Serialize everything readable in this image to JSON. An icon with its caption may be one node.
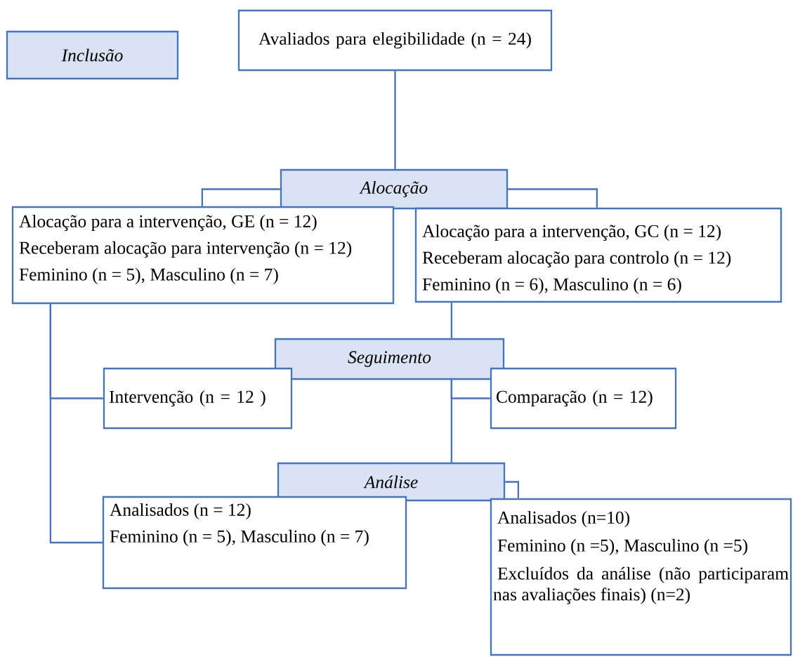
{
  "diagram": {
    "nodes": [
      {
        "text": [
          "Inclusão"
        ]
      },
      {
        "text": [
          "Avaliados para elegibilidade (n = 24)"
        ]
      },
      {
        "text": [
          "Alocação"
        ]
      },
      {
        "text": [
          "Alocação para a intervenção, GE (n = 12)",
          "Receberam alocação para intervenção (n = 12)",
          "Feminino (n = 5), Masculino (n = 7)"
        ]
      },
      {
        "text": [
          "Alocação para a intervenção, GC (n = 12)",
          "Receberam alocação para controlo (n = 12)",
          "Feminino (n = 6), Masculino (n = 6)"
        ]
      },
      {
        "text": [
          "Seguimento"
        ]
      },
      {
        "text": [
          "Intervenção (n = 12 )"
        ]
      },
      {
        "text": [
          "Comparação (n = 12)"
        ]
      },
      {
        "text": [
          "Análise"
        ]
      },
      {
        "text": [
          "Analisados (n = 12)",
          "Feminino (n = 5), Masculino (n = 7)"
        ]
      },
      {
        "text": [
          "Analisados (n=10)",
          "Feminino (n =5), Masculino (n =5)",
          "Excluídos da análise (não participaram nas avaliações finais) (n=2)"
        ]
      }
    ],
    "edges": [
      {
        "from": 1,
        "to": 2,
        "arrow": "none"
      },
      {
        "from": 2,
        "to": 3,
        "arrow": "none"
      },
      {
        "from": 2,
        "to": 4,
        "arrow": "none"
      },
      {
        "from": 4,
        "to": 5,
        "arrow": "none"
      },
      {
        "from": 3,
        "to": 6,
        "arrow": "none"
      },
      {
        "from": 3,
        "to": 9,
        "arrow": "none"
      },
      {
        "from": 5,
        "to": 7,
        "arrow": "none"
      },
      {
        "from": 5,
        "to": 8,
        "arrow": "none"
      },
      {
        "from": 8,
        "to": 10,
        "arrow": "none"
      }
    ]
  }
}
